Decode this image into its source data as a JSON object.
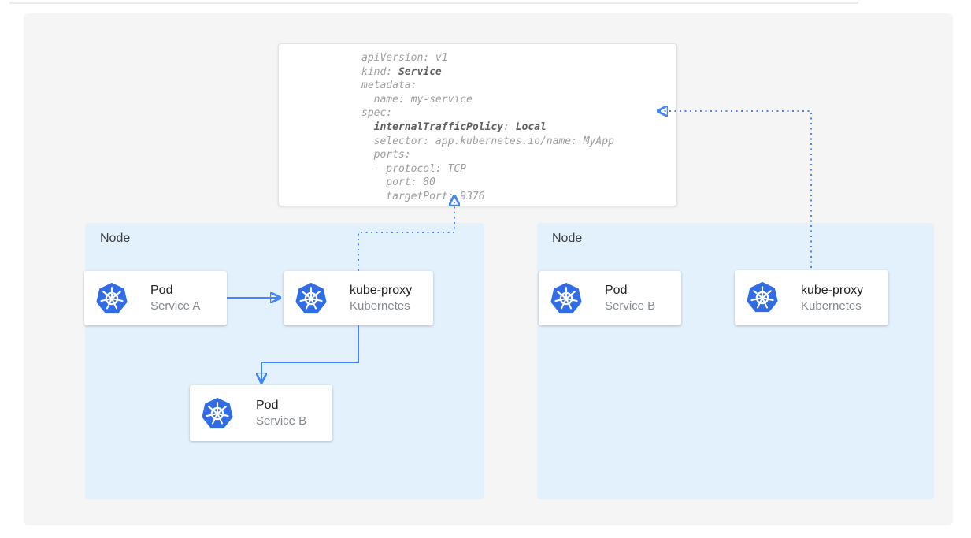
{
  "colors": {
    "arrow_blue": "#4285f4",
    "kubernetes_blue": "#326ce5",
    "node_bg": "#e3f1fd",
    "panel_bg": "#f5f5f5",
    "yaml_text": "#9e9e9e",
    "yaml_bold": "#5f5f5f"
  },
  "yaml_card": {
    "lines": [
      [
        {
          "t": "apiVersion: v1",
          "b": false
        }
      ],
      [
        {
          "t": "kind: ",
          "b": false
        },
        {
          "t": "Service",
          "b": true
        }
      ],
      [
        {
          "t": "metadata:",
          "b": false
        }
      ],
      [
        {
          "t": "  name: my-service",
          "b": false
        }
      ],
      [
        {
          "t": "spec:",
          "b": false
        }
      ],
      [
        {
          "t": "  ",
          "b": false
        },
        {
          "t": "internalTrafficPolicy",
          "b": true
        },
        {
          "t": ": ",
          "b": false
        },
        {
          "t": "Local",
          "b": true
        }
      ],
      [
        {
          "t": "  selector: app.kubernetes.io/name: MyApp",
          "b": false
        }
      ],
      [
        {
          "t": "  ports:",
          "b": false
        }
      ],
      [
        {
          "t": "  - protocol: TCP",
          "b": false
        }
      ],
      [
        {
          "t": "    port: 80",
          "b": false
        }
      ],
      [
        {
          "t": "    targetPort: 9376",
          "b": false
        }
      ]
    ]
  },
  "nodes": [
    {
      "label": "Node",
      "cards": [
        {
          "title": "Pod",
          "subtitle": "Service A",
          "icon": "kubernetes-icon"
        },
        {
          "title": "kube-proxy",
          "subtitle": "Kubernetes",
          "icon": "kubernetes-icon"
        },
        {
          "title": "Pod",
          "subtitle": "Service B",
          "icon": "kubernetes-icon"
        }
      ]
    },
    {
      "label": "Node",
      "cards": [
        {
          "title": "Pod",
          "subtitle": "Service B",
          "icon": "kubernetes-icon"
        },
        {
          "title": "kube-proxy",
          "subtitle": "Kubernetes",
          "icon": "kubernetes-icon"
        }
      ]
    }
  ]
}
